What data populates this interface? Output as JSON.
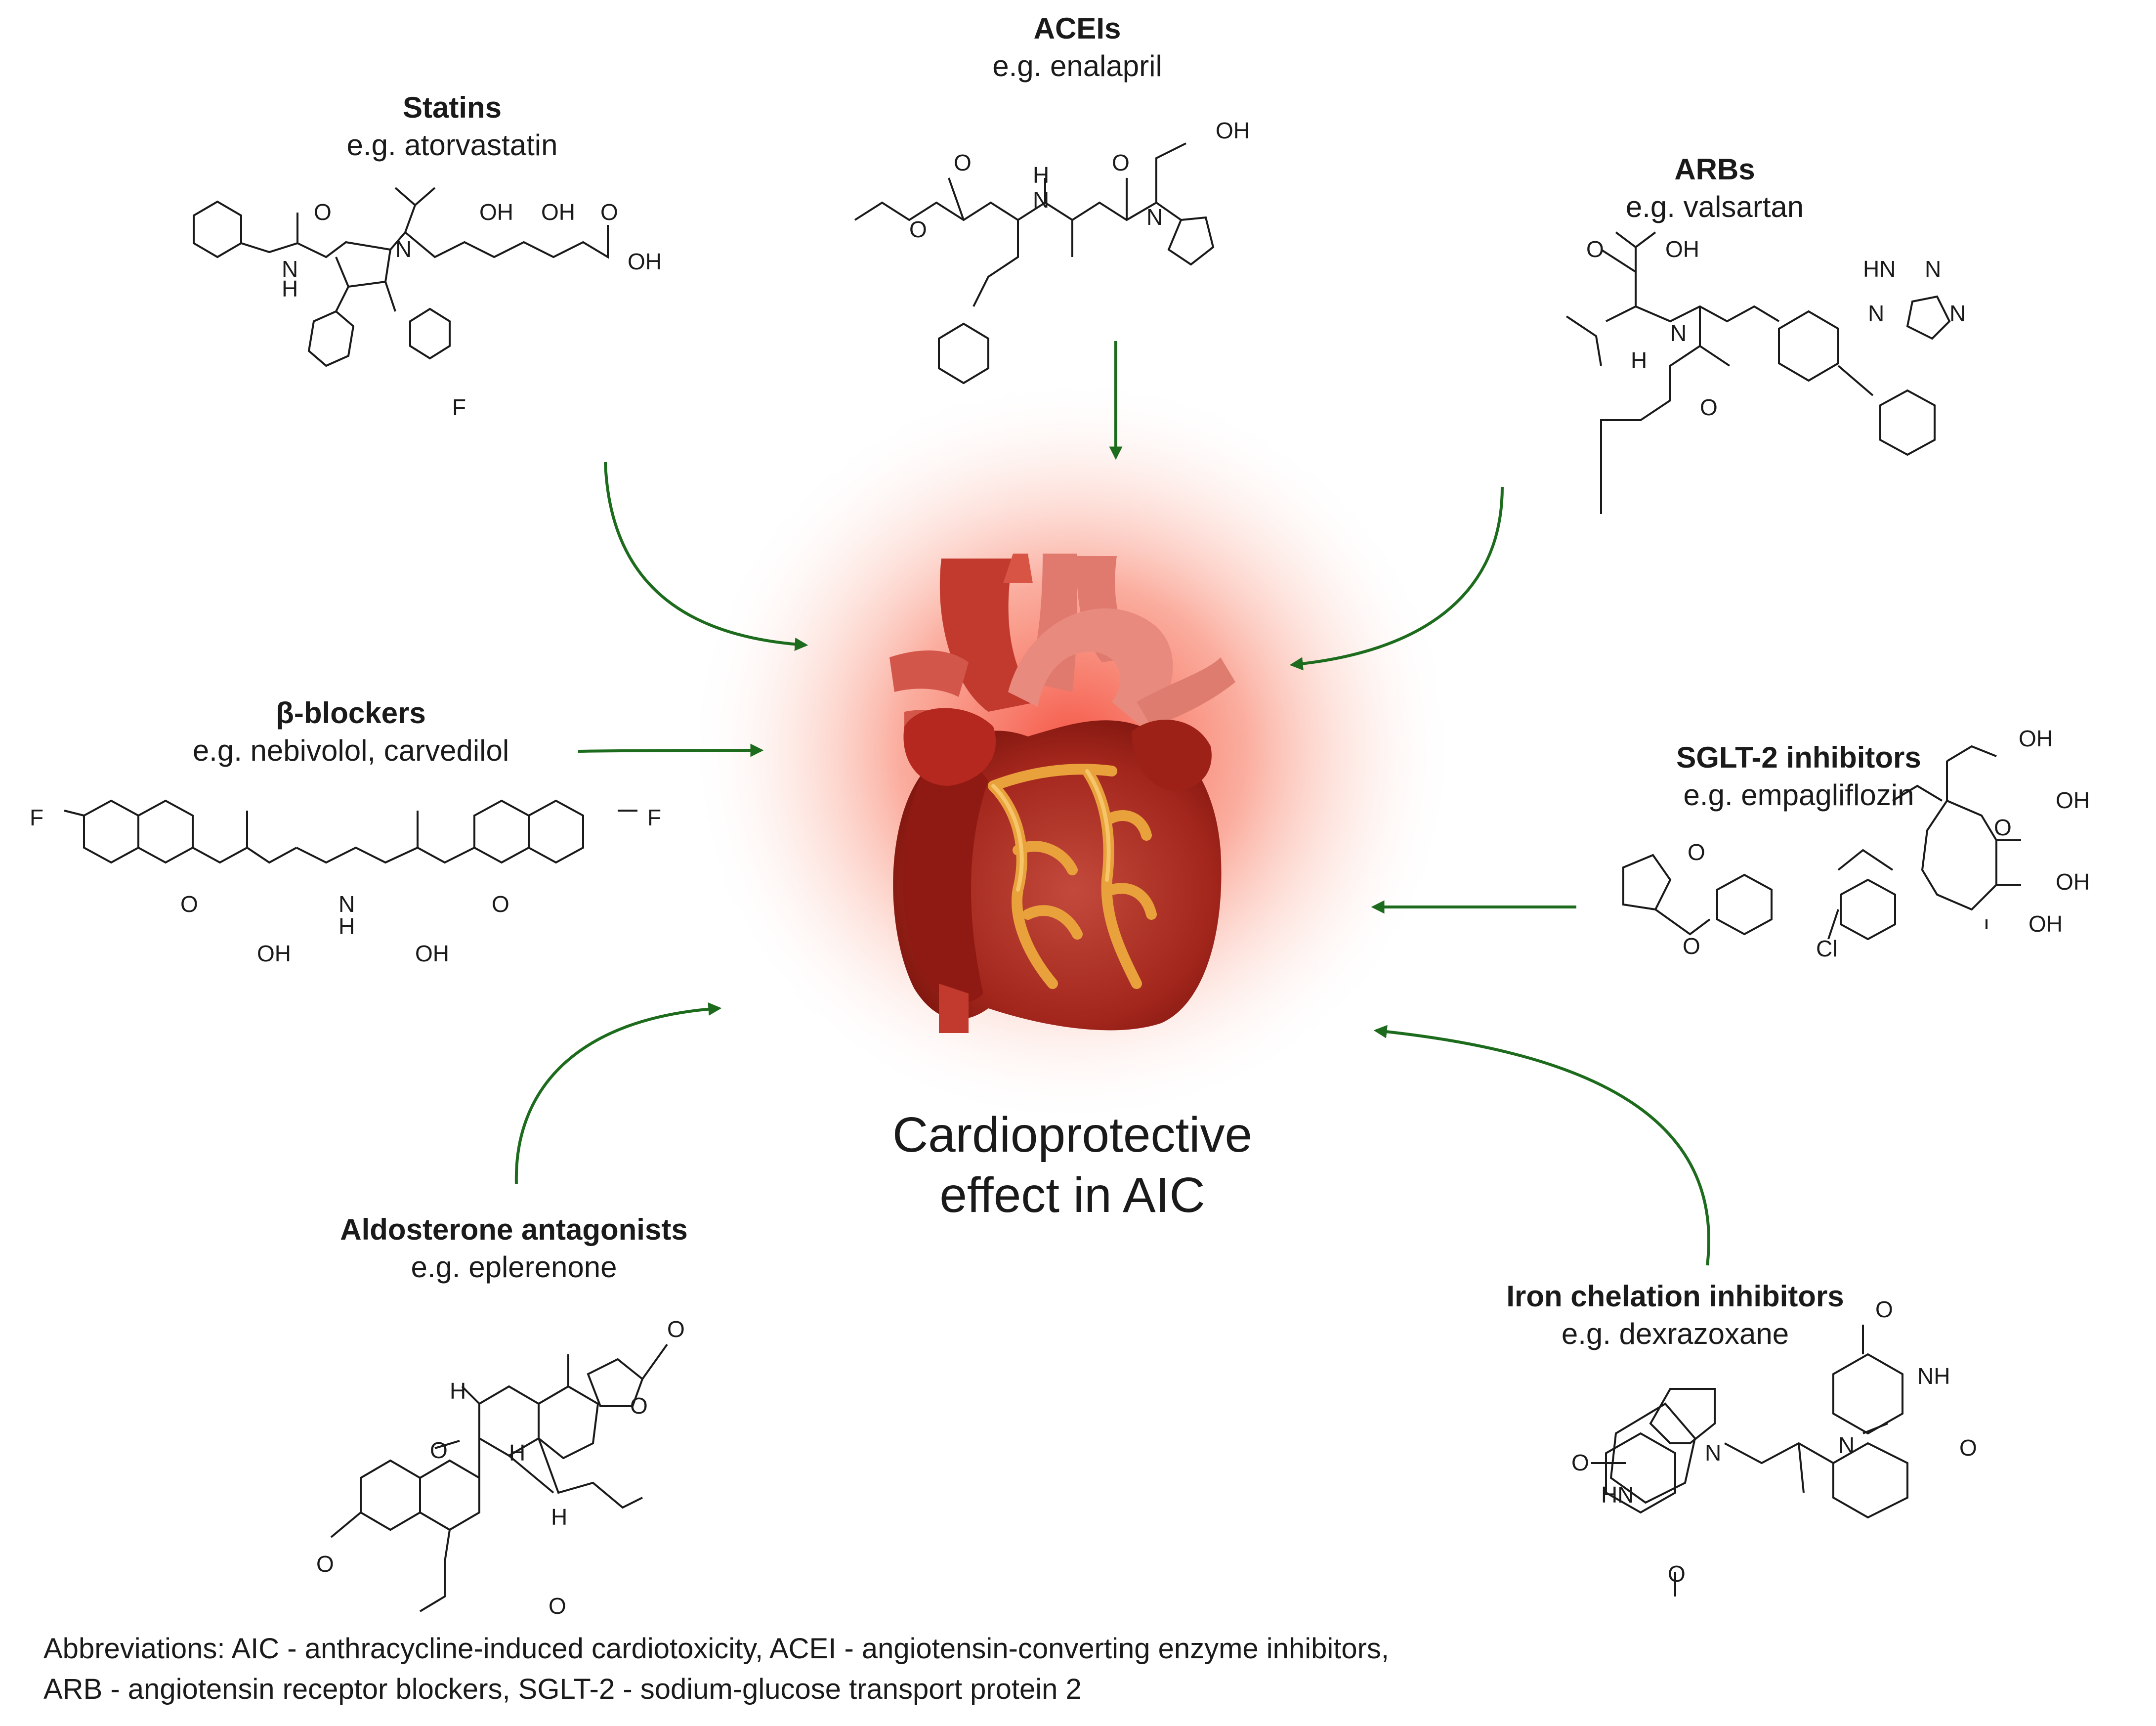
{
  "center_text": [
    "Cardioprotective",
    "effect in AIC"
  ],
  "drug_classes": {
    "statins": {
      "title": "Statins",
      "example": "e.g. atorvastatin"
    },
    "aceis": {
      "title": "ACEIs",
      "example": "e.g. enalapril"
    },
    "arbs": {
      "title": "ARBs",
      "example": "e.g. valsartan"
    },
    "beta_blockers": {
      "title": "β-blockers",
      "example": "e.g. nebivolol, carvedilol"
    },
    "sglt2": {
      "title": "SGLT-2 inhibitors",
      "example": "e.g. empagliflozin"
    },
    "aldosterone": {
      "title": "Aldosterone antagonists",
      "example": "e.g. eplerenone"
    },
    "iron": {
      "title": "Iron chelation inhibitors",
      "example": "e.g. dexrazoxane"
    }
  },
  "atom_labels": {
    "statins": [
      "N",
      "H",
      "O",
      "N",
      "OH",
      "OH",
      "O",
      "OH",
      "F"
    ],
    "aceis": [
      "O",
      "H",
      "N",
      "O",
      "O",
      "OH",
      "N"
    ],
    "arbs": [
      "O",
      "OH",
      "N",
      "H",
      "O",
      "HN",
      "N",
      "N",
      "N"
    ],
    "beta": [
      "F",
      "O",
      "N",
      "H",
      "OH",
      "OH",
      "O",
      "F"
    ],
    "sglt2": [
      "OH",
      "OH",
      "O",
      "OH",
      "OH",
      "O",
      "Cl",
      "O"
    ],
    "aldo": [
      "O",
      "H",
      "O",
      "H",
      "H",
      "O",
      "O",
      "O"
    ],
    "iron": [
      "O",
      "NH",
      "N",
      "O",
      "O",
      "N",
      "HN",
      "O"
    ]
  },
  "abbreviations": [
    "Abbreviations: AIC - anthracycline-induced cardiotoxicity, ACEI - angiotensin-converting enzyme inhibitors,",
    "ARB - angiotensin receptor blockers, SGLT-2 - sodium-glucose transport protein 2"
  ],
  "colors": {
    "arrow": "#1d6b1d",
    "glow": "#f4412f",
    "heart_dark": "#8f1a13",
    "heart_mid": "#c23a2c",
    "vessel": "#e07a6f",
    "coronary": "#e9a13c"
  }
}
